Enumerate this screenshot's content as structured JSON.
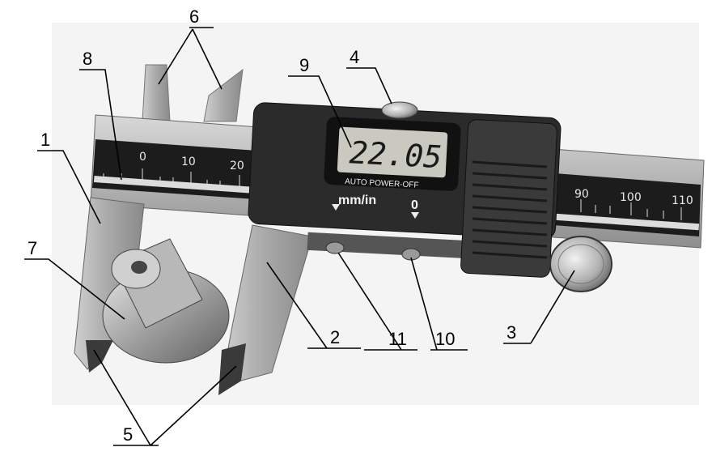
{
  "callouts": {
    "c1": "1",
    "c2": "2",
    "c3": "3",
    "c4": "4",
    "c5": "5",
    "c6": "6",
    "c7": "7",
    "c8": "8",
    "c9": "9",
    "c10": "10",
    "c11": "11"
  },
  "display": {
    "reading": "22.05",
    "auto_power": "AUTO POWER-OFF",
    "unit_button": "mm/in",
    "zero_button": "0"
  },
  "scale": {
    "left_ticks": [
      "0",
      "10",
      "20"
    ],
    "right_ticks": [
      "90",
      "100",
      "110"
    ]
  }
}
